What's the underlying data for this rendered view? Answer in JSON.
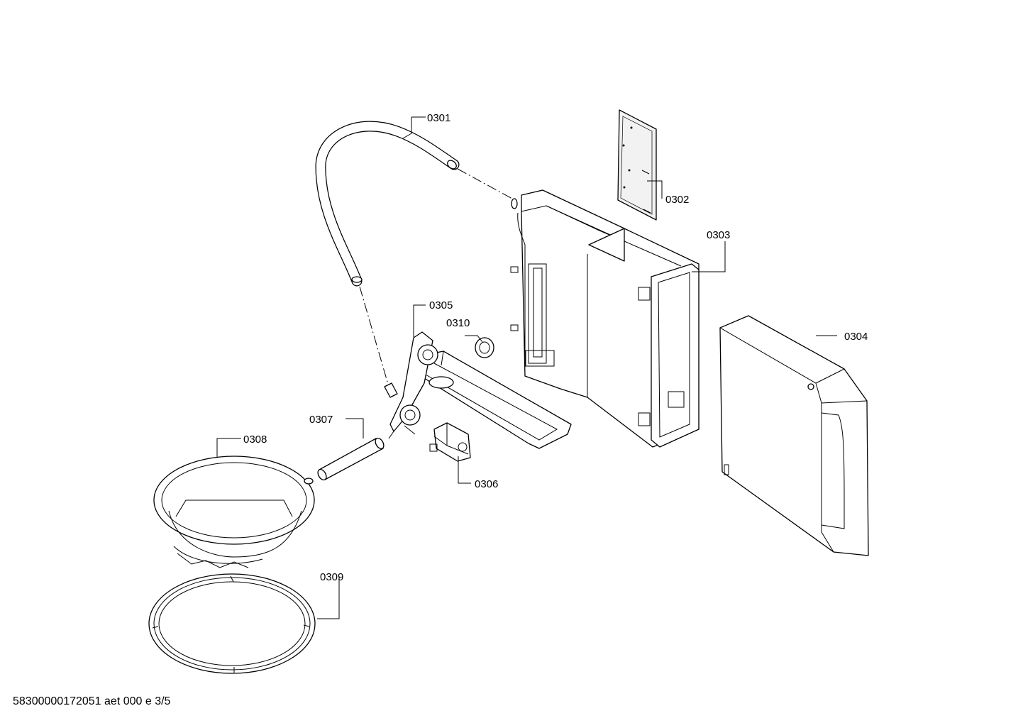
{
  "diagram": {
    "labels": {
      "p0301": "0301",
      "p0302": "0302",
      "p0303": "0303",
      "p0304": "0304",
      "p0305": "0305",
      "p0306": "0306",
      "p0307": "0307",
      "p0308": "0308",
      "p0309": "0309",
      "p0310": "0310"
    }
  },
  "footer": {
    "text": "58300000172051 aet 000 e 3/5"
  }
}
